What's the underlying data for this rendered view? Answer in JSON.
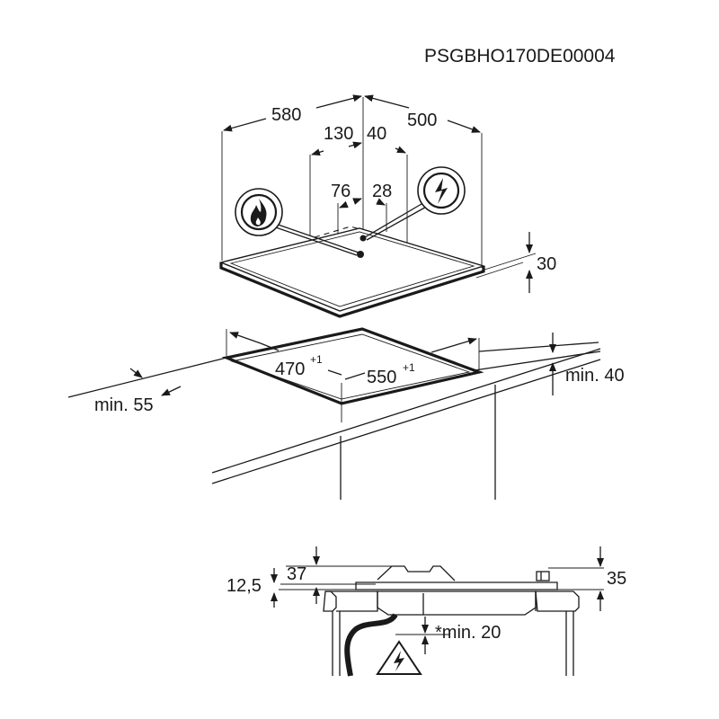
{
  "drawing_code": "PSGBHO170DE00004",
  "top_view": {
    "width": "580",
    "depth": "500",
    "gas_inlet_offset": "130",
    "electric_offset": "40",
    "gas_inlet_depth": "76",
    "electric_depth": "28",
    "hob_height": "30",
    "gas_icon": "gas-flame-icon",
    "electric_icon": "electric-bolt-icon"
  },
  "cutout": {
    "depth": "470",
    "depth_tol": "+1",
    "width": "550",
    "width_tol": "+1",
    "min_front": "min. 55",
    "min_back": "min. 40"
  },
  "section": {
    "hob_to_top": "37",
    "worktop_gap": "12,5",
    "knob_height": "35",
    "min_clearance": "*min. 20",
    "warning_icon": "electric-warning-icon"
  }
}
